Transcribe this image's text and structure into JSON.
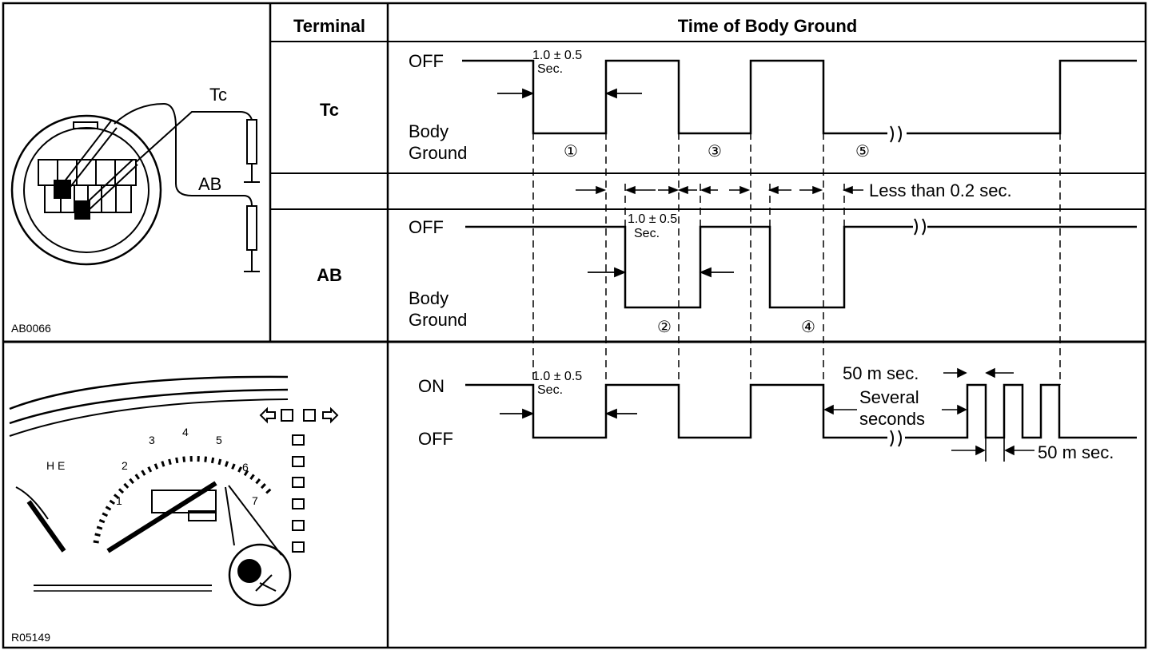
{
  "header": {
    "terminal": "Terminal",
    "time_of_body_ground": "Time of Body Ground"
  },
  "rows": {
    "tc": {
      "terminal": "Tc",
      "off_label": "OFF",
      "body_label": "Body",
      "ground_label": "Ground",
      "timing_value": "1.0 ± 0.5",
      "timing_unit": "Sec.",
      "markers": [
        "①",
        "③",
        "⑤"
      ]
    },
    "middle": {
      "note": "Less than 0.2 sec."
    },
    "ab": {
      "terminal": "AB",
      "off_label": "OFF",
      "body_label": "Body",
      "ground_label": "Ground",
      "timing_value": "1.0 ± 0.5",
      "timing_unit": "Sec.",
      "markers": [
        "②",
        "④"
      ]
    },
    "warning": {
      "on_label": "ON",
      "off_label": "OFF",
      "timing_value": "1.0 ± 0.5",
      "timing_unit": "Sec.",
      "pulse_top": "50 m sec.",
      "several_line1": "Several",
      "several_line2": "seconds",
      "pulse_bottom": "50 m sec."
    }
  },
  "illustrations": {
    "connector": {
      "tc_label": "Tc",
      "ab_label": "AB",
      "code": "AB0066"
    },
    "cluster": {
      "code": "R05149",
      "gauge_numbers": [
        "1",
        "2",
        "3",
        "4",
        "5",
        "6",
        "7"
      ],
      "side_letters": "H E"
    }
  }
}
